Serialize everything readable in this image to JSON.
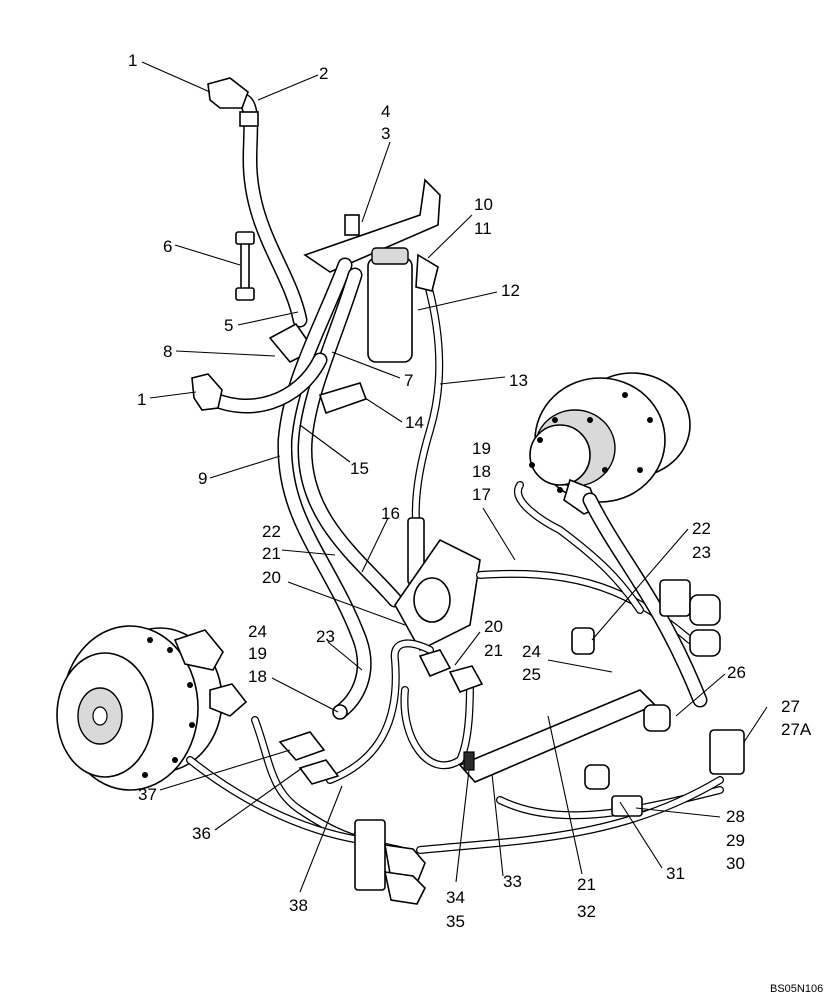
{
  "figure_code": "BS05N106",
  "callouts": [
    {
      "id": "c1a",
      "text": "1"
    },
    {
      "id": "c2",
      "text": "2"
    },
    {
      "id": "c4",
      "text": "4"
    },
    {
      "id": "c3",
      "text": "3"
    },
    {
      "id": "c10",
      "text": "10"
    },
    {
      "id": "c11",
      "text": "11"
    },
    {
      "id": "c6",
      "text": "6"
    },
    {
      "id": "c12",
      "text": "12"
    },
    {
      "id": "c5",
      "text": "5"
    },
    {
      "id": "c8",
      "text": "8"
    },
    {
      "id": "c7",
      "text": "7"
    },
    {
      "id": "c13",
      "text": "13"
    },
    {
      "id": "c1b",
      "text": "1"
    },
    {
      "id": "c14",
      "text": "14"
    },
    {
      "id": "c19a",
      "text": "19"
    },
    {
      "id": "c15",
      "text": "15"
    },
    {
      "id": "c18a",
      "text": "18"
    },
    {
      "id": "c9",
      "text": "9"
    },
    {
      "id": "c17",
      "text": "17"
    },
    {
      "id": "c16",
      "text": "16"
    },
    {
      "id": "c22a",
      "text": "22"
    },
    {
      "id": "c21a",
      "text": "21"
    },
    {
      "id": "c22b",
      "text": "22"
    },
    {
      "id": "c23a",
      "text": "23"
    },
    {
      "id": "c20a",
      "text": "20"
    },
    {
      "id": "c24a",
      "text": "24"
    },
    {
      "id": "c20b",
      "text": "20"
    },
    {
      "id": "c23b",
      "text": "23"
    },
    {
      "id": "c21b",
      "text": "21"
    },
    {
      "id": "c19b",
      "text": "19"
    },
    {
      "id": "c24b",
      "text": "24"
    },
    {
      "id": "c25",
      "text": "25"
    },
    {
      "id": "c26",
      "text": "26"
    },
    {
      "id": "c18b",
      "text": "18"
    },
    {
      "id": "c27",
      "text": "27"
    },
    {
      "id": "c27a",
      "text": "27A"
    },
    {
      "id": "c37",
      "text": "37"
    },
    {
      "id": "c36",
      "text": "36"
    },
    {
      "id": "c28",
      "text": "28"
    },
    {
      "id": "c29",
      "text": "29"
    },
    {
      "id": "c30",
      "text": "30"
    },
    {
      "id": "c31",
      "text": "31"
    },
    {
      "id": "c38",
      "text": "38"
    },
    {
      "id": "c34",
      "text": "34"
    },
    {
      "id": "c35",
      "text": "35"
    },
    {
      "id": "c33",
      "text": "33"
    },
    {
      "id": "c21c",
      "text": "21"
    },
    {
      "id": "c32",
      "text": "32"
    }
  ]
}
